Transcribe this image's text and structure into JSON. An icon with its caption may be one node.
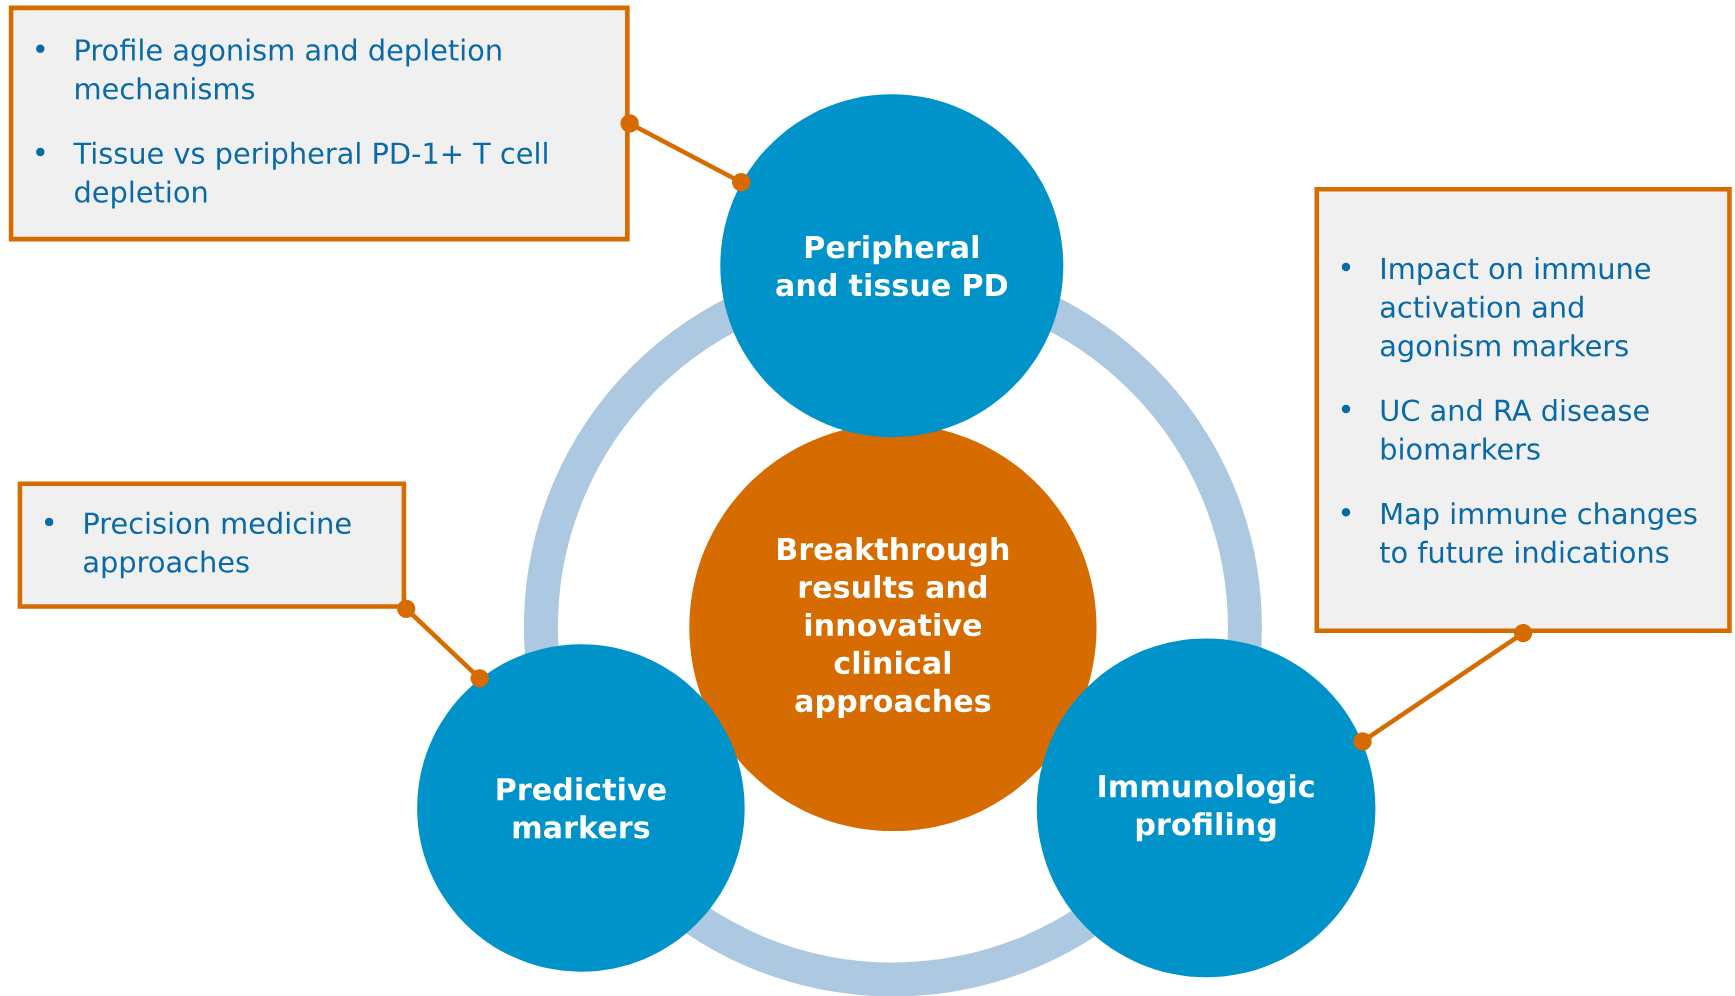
{
  "diagram": {
    "nodes": [
      {
        "text": [
          "Profile agonism and depletion mechanisms",
          "Tissue vs peripheral PD-1+ T cell depletion"
        ]
      },
      {
        "text": [
          "Peripheral and tissue PD"
        ]
      },
      {
        "text": [
          "Impact on immune activation and agonism markers",
          "UC and RA disease biomarkers",
          "Map immune changes to future indications"
        ]
      },
      {
        "text": [
          "Precision medicine approaches"
        ]
      },
      {
        "text": [
          "Breakthrough results and innovative clinical approaches"
        ]
      },
      {
        "text": [
          "Predictive markers"
        ]
      },
      {
        "text": [
          "Immunologic profiling"
        ]
      }
    ],
    "edges": [
      {
        "from": 0,
        "to": 1,
        "arrow": "other"
      },
      {
        "from": 2,
        "to": 6,
        "arrow": "other"
      },
      {
        "from": 3,
        "to": 5,
        "arrow": "other"
      }
    ]
  }
}
